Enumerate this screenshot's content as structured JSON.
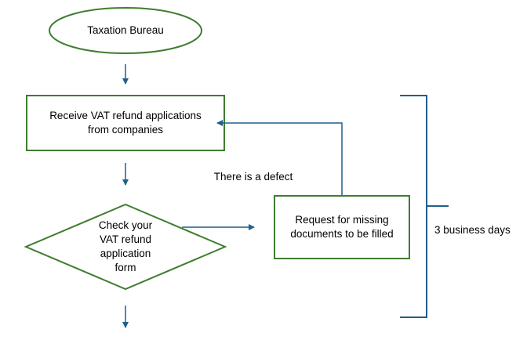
{
  "colors": {
    "node_border": "#3f7d2f",
    "connector": "#1f5f8b",
    "text": "#000000",
    "background": "#ffffff"
  },
  "nodes": {
    "start": {
      "shape": "ellipse",
      "text": "Taxation Bureau"
    },
    "receive": {
      "shape": "rectangle",
      "text": "Receive VAT refund applications\nfrom companies"
    },
    "check": {
      "shape": "diamond",
      "text": "Check your\nVAT refund\napplication\nform"
    },
    "request": {
      "shape": "rectangle",
      "text": "Request for missing\ndocuments to be filled"
    }
  },
  "annotations": {
    "defect": "There is a defect",
    "duration": "3 business days"
  },
  "edges": [
    {
      "from": "start",
      "to": "receive"
    },
    {
      "from": "receive",
      "to": "check"
    },
    {
      "from": "check",
      "to": "request",
      "label": "There is a defect"
    },
    {
      "from": "request",
      "to": "receive"
    },
    {
      "from": "check",
      "to": "next-step"
    }
  ]
}
